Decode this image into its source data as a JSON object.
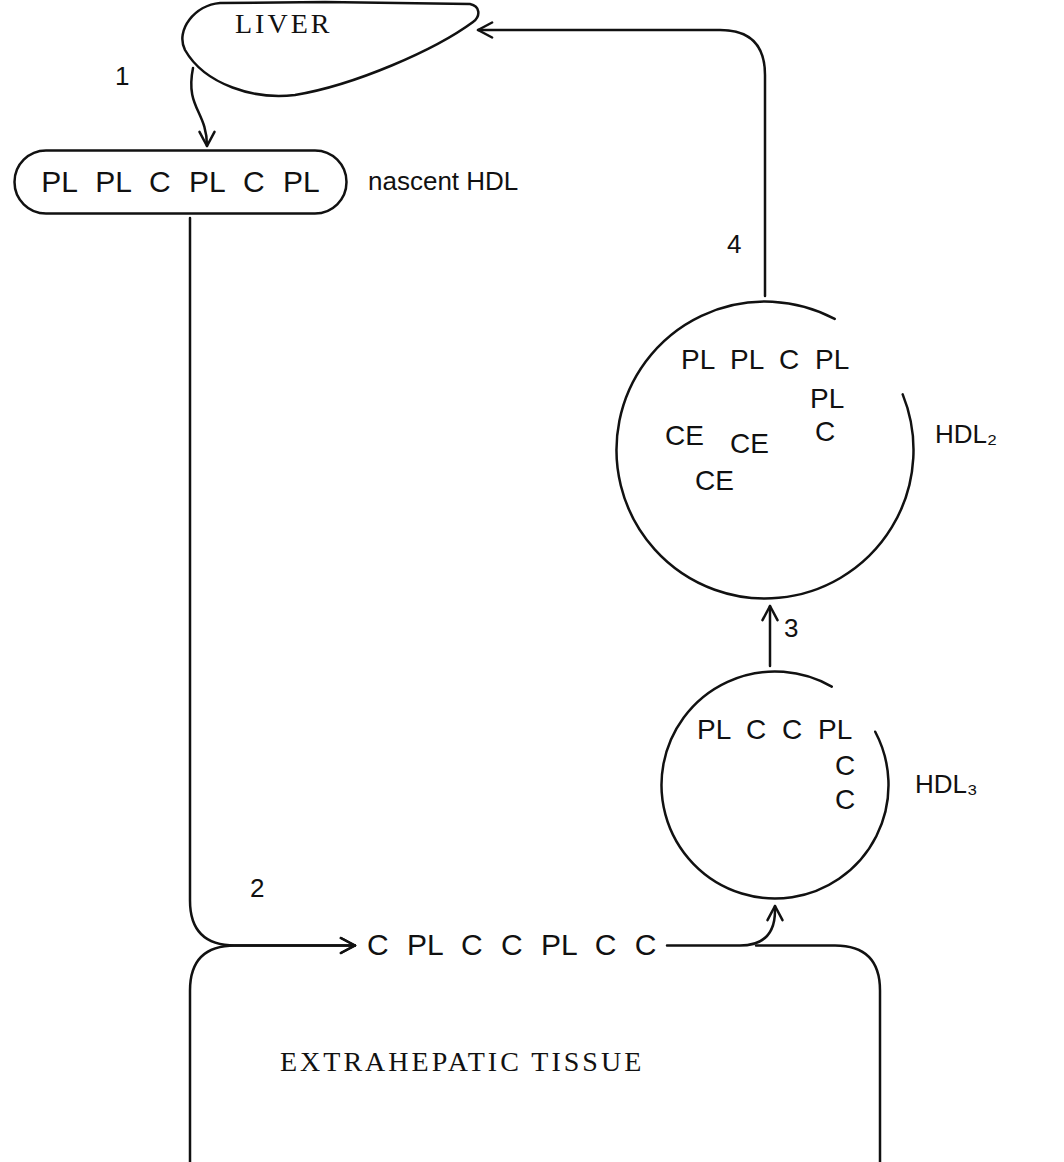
{
  "diagram": {
    "nodes": [
      {
        "text": [
          "LIVER"
        ]
      },
      {
        "text": [
          "PL PL C PL C PL",
          "nascent HDL"
        ]
      },
      {
        "text": [
          "PL PL C PL",
          "PL",
          "C",
          "CE",
          "CE",
          "CE",
          "HDL₂"
        ]
      },
      {
        "text": [
          "PL C C PL",
          "C",
          "C",
          "HDL₃"
        ]
      },
      {
        "text": [
          "C PL C C PL C C"
        ]
      },
      {
        "text": [
          "EXTRAHEPATIC TISSUE"
        ]
      }
    ],
    "edges": [
      {
        "from": 0,
        "to": 1,
        "arrow": "to",
        "label": "1"
      },
      {
        "from": 1,
        "to": 4,
        "arrow": "to",
        "label": "2"
      },
      {
        "from": 5,
        "to": 4,
        "arrow": "to"
      },
      {
        "from": 4,
        "to": 3,
        "arrow": "to"
      },
      {
        "from": 3,
        "to": 2,
        "arrow": "to",
        "label": "3"
      },
      {
        "from": 2,
        "to": 0,
        "arrow": "to",
        "label": "4"
      }
    ]
  }
}
